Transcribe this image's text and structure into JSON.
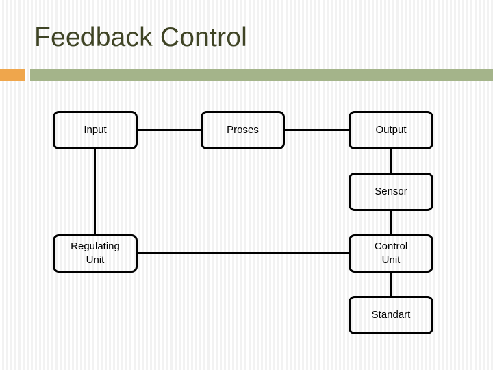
{
  "slide": {
    "title": "Feedback Control",
    "title_color": "#3f4425",
    "accent_orange": "#efa64c",
    "accent_green": "#a4b48a",
    "background": "#ffffff"
  },
  "diagram": {
    "type": "block-flow-diagram",
    "node_border_color": "#000000",
    "node_text_color": "#000000",
    "nodes": [
      {
        "id": "input",
        "label": "Input"
      },
      {
        "id": "proses",
        "label": "Proses"
      },
      {
        "id": "output",
        "label": "Output"
      },
      {
        "id": "sensor",
        "label": "Sensor"
      },
      {
        "id": "regulating",
        "label": "Regulating\nUnit"
      },
      {
        "id": "control",
        "label": "Control\nUnit"
      },
      {
        "id": "standart",
        "label": "Standart"
      }
    ],
    "connections": [
      {
        "from": "input",
        "to": "proses",
        "orientation": "horizontal"
      },
      {
        "from": "proses",
        "to": "output",
        "orientation": "horizontal"
      },
      {
        "from": "output",
        "to": "sensor",
        "orientation": "vertical"
      },
      {
        "from": "sensor",
        "to": "control",
        "orientation": "vertical"
      },
      {
        "from": "control",
        "to": "standart",
        "orientation": "vertical"
      },
      {
        "from": "control",
        "to": "regulating",
        "orientation": "horizontal"
      },
      {
        "from": "regulating",
        "to": "input",
        "orientation": "vertical"
      }
    ]
  }
}
